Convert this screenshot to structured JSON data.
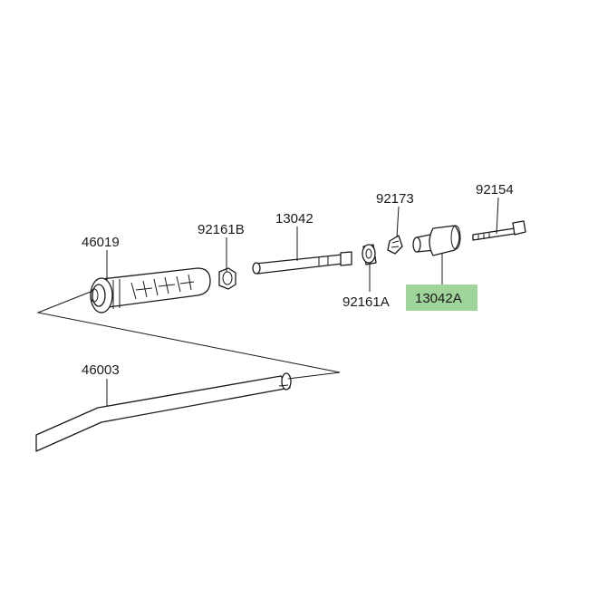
{
  "labels": {
    "grip": "46019",
    "nut": "92161B",
    "weight_shaft": "13042",
    "clip": "92173",
    "bolt": "92154",
    "collar": "92161A",
    "weight_highlighted": "13042A",
    "handlebar": "46003"
  },
  "highlight_color": "#9fd49a"
}
